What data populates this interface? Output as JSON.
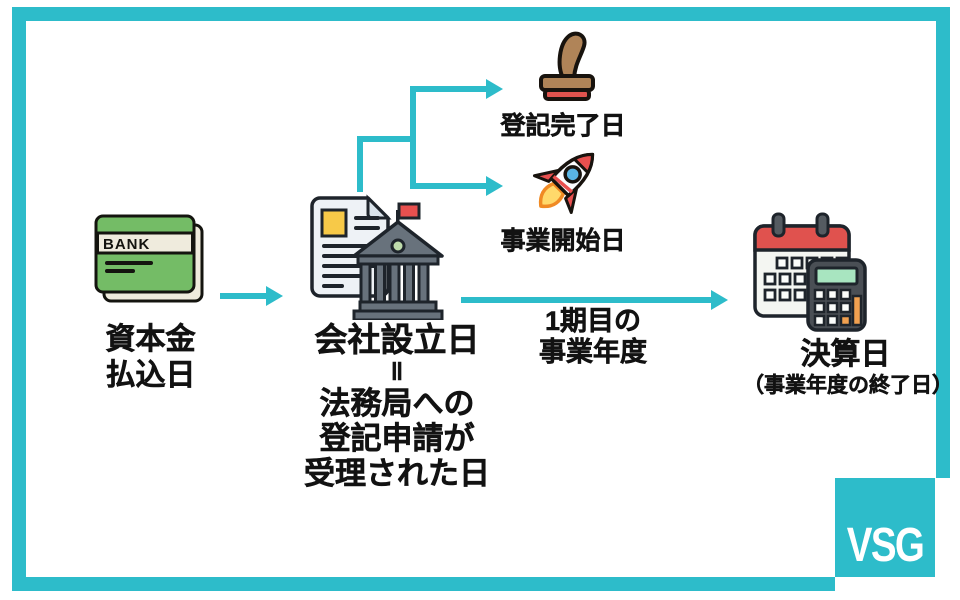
{
  "brand": {
    "logo": "VSG"
  },
  "colors": {
    "accent_teal": "#2DBCCA",
    "text": "#121212",
    "card_green": "#74BC66",
    "card_cream": "#EFEBDD",
    "flag_red": "#E8504F",
    "stamp_brown": "#B08458",
    "stamp_pad_red": "#E0534E",
    "building_gray": "#68727C",
    "calendar_red": "#E0524E",
    "calculator_gray": "#4A4F55",
    "screen_mint": "#A8E5C0",
    "doc_yellow": "#F7C948",
    "window_blue": "#59B4E3",
    "flame_orange": "#F08A24",
    "flame_yellow": "#FFD96B",
    "button_orange": "#F0A050"
  },
  "diagram": {
    "nodes": {
      "capital_payment": {
        "line1": "資本金",
        "line2": "払込日"
      },
      "incorporation": {
        "title": "会社設立日",
        "equals": "‖",
        "desc1": "法務局への",
        "desc2": "登記申請が",
        "desc3": "受理された日"
      },
      "registration_complete": {
        "label": "登記完了日"
      },
      "business_start": {
        "label": "事業開始日"
      },
      "fiscal_year_end": {
        "label": "決算日",
        "sublabel": "（事業年度の終了日）"
      }
    },
    "edges": {
      "first_fiscal_year": {
        "line1": "1期目の",
        "line2": "事業年度"
      }
    },
    "icons": {
      "bank_card_text": "BANK"
    }
  }
}
